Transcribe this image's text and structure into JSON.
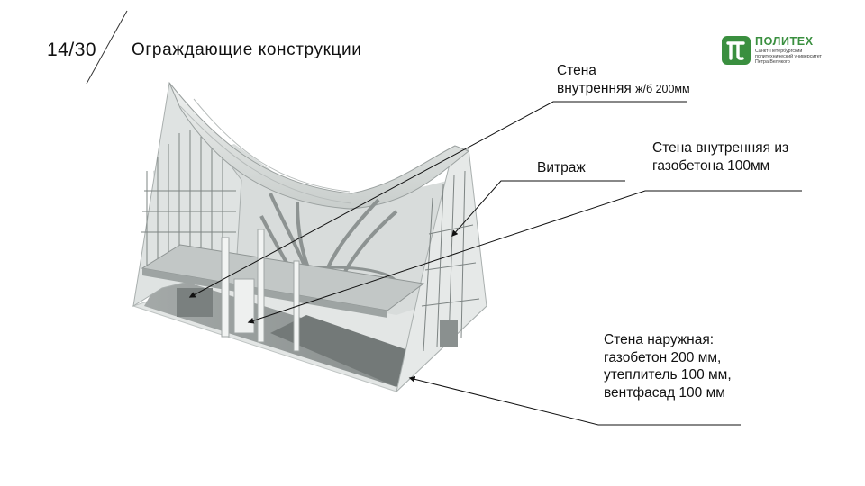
{
  "header": {
    "slide_number": "14/30",
    "title": "Ограждающие конструкции"
  },
  "logo": {
    "name": "ПОЛИТЕХ",
    "subtitle_lines": [
      "Санкт-Петербургский",
      "политехнический университет",
      "Петра Великого"
    ],
    "color": "#3a8f3f"
  },
  "labels": {
    "wall_rc_line1": "Стена",
    "wall_rc_line2": "внутренняя",
    "wall_rc_spec": "ж/б 200мм",
    "curtain_wall": "Витраж",
    "wall_aerated_line1": "Стена внутренняя из",
    "wall_aerated_line2": "газобетона 100мм",
    "wall_outer_line1": "Стена наружная:",
    "wall_outer_line2": "газобетон 200 мм,",
    "wall_outer_line3": "утеплитель 100 мм,",
    "wall_outer_line4": "вентфасад 100 мм"
  }
}
